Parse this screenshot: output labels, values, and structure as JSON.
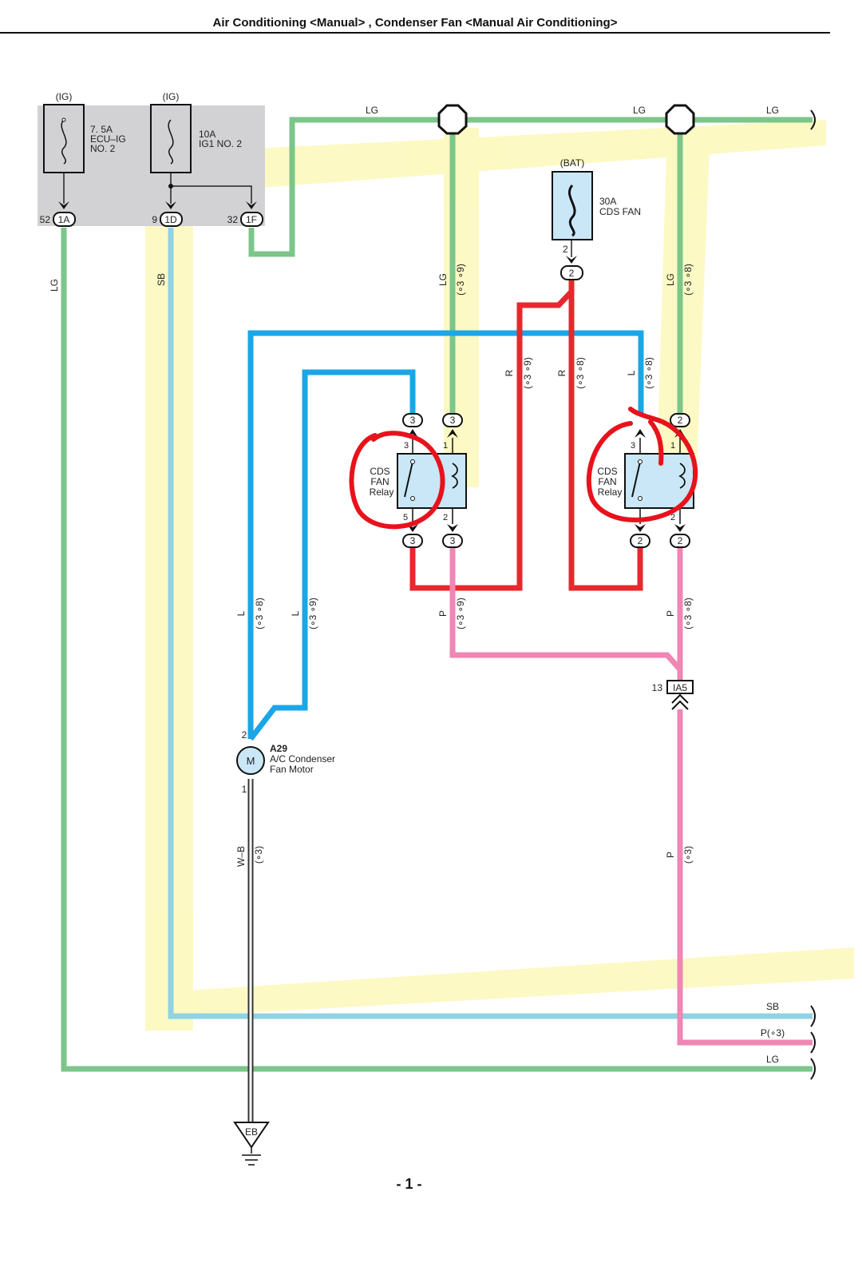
{
  "header": {
    "title": "Air Conditioning <Manual> , Condenser Fan <Manual Air Conditioning>"
  },
  "footer": {
    "page": "- 1 -"
  },
  "colors": {
    "LG": "#7cc68a",
    "SB": "#8fd3e3",
    "L": "#1ba6e8",
    "R": "#e8272e",
    "P": "#ef86b3",
    "highlight": "#fbf7b0",
    "fuse_box": "#d2d2d4",
    "component_fill": "#c9e7f7",
    "annotation": "#e8121c"
  },
  "fuses": {
    "f1": {
      "source": "(IG)",
      "amp": "7. 5A",
      "name1": "ECU–IG",
      "name2": "NO. 2"
    },
    "f2": {
      "source": "(IG)",
      "amp": "10A",
      "name1": "IG1 NO. 2"
    },
    "f3": {
      "source": "(BAT)",
      "amp": "30A",
      "name1": "CDS FAN",
      "pin": "2"
    }
  },
  "connectors": {
    "c1A": {
      "id": "1A",
      "pin": "52"
    },
    "c1D": {
      "id": "1D",
      "pin": "9"
    },
    "c1F": {
      "id": "1F",
      "pin": "32"
    },
    "bat": {
      "id": "2"
    },
    "ia5": {
      "id": "IA5",
      "pin": "13"
    },
    "r1_in_l": "3",
    "r1_in_r": "3",
    "r1_out_l": "3",
    "r1_out_r": "3",
    "r2_in_l": "",
    "r2_in_r": "2",
    "r2_out_l": "2",
    "r2_out_r": "2"
  },
  "relays": {
    "r1": {
      "line1": "CDS",
      "line2": "FAN",
      "line3": "Relay",
      "pin_tl": "3",
      "pin_tr": "1",
      "pin_bl": "5",
      "pin_br": "2"
    },
    "r2": {
      "line1": "CDS",
      "line2": "FAN",
      "line3": "Relay",
      "pin_tl": "3",
      "pin_tr": "1",
      "pin_bl": "",
      "pin_br": "2"
    }
  },
  "motor": {
    "id": "A29",
    "name1": "A/C Condenser",
    "name2": "Fan Motor",
    "symbol": "M",
    "pin_top": "2",
    "pin_bottom": "1"
  },
  "ground": {
    "id": "EB"
  },
  "wire_labels": {
    "lg_top1": "LG",
    "lg_top2": "LG",
    "lg_top3": "LG",
    "lg_left": "LG",
    "sb_left": "SB",
    "lg_v1": "LG",
    "lg_v1_tag": "(∘3 ∘9)",
    "lg_v2": "LG",
    "lg_v2_tag": "(∘3 ∘8)",
    "r1": "R",
    "r1_tag": "(∘3 ∘9)",
    "r2": "R",
    "r2_tag": "(∘3 ∘8)",
    "l_mid": "L",
    "l_mid_tag": "(∘3 ∘8)",
    "l_left": "L",
    "l_left_tag": "(∘3 ∘8)",
    "l_left2": "L",
    "l_left2_tag": "(∘3 ∘9)",
    "p1": "P",
    "p1_tag": "(∘3 ∘9)",
    "p2": "P",
    "p2_tag": "(∘3 ∘8)",
    "p3": "P",
    "p3_tag": "(∘3)",
    "wb": "W–B",
    "wb_tag": "(∘3)",
    "out_sb": "SB",
    "out_p": "P(∘3)",
    "out_lg": "LG"
  }
}
